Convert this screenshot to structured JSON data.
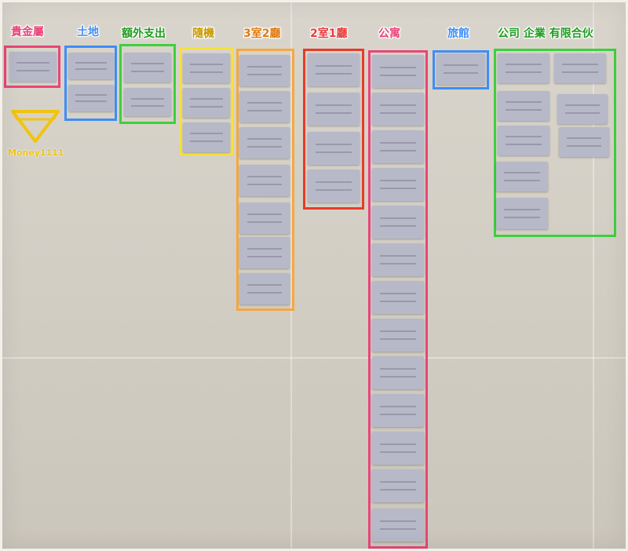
{
  "groups": [
    {
      "label": "貴金屬",
      "color": "#e8457a",
      "box_color": "#e8457a",
      "cards": 1
    },
    {
      "label": "土地",
      "color": "#3e8ef7",
      "box_color": "#3e8ef7",
      "cards": 2
    },
    {
      "label": "額外支出",
      "color": "#1e9c1e",
      "box_color": "#3ecf3e",
      "cards": 2
    },
    {
      "label": "隨機",
      "color": "#c99a00",
      "box_color": "#f7e03c",
      "cards": 3
    },
    {
      "label": "3室2廳",
      "color": "#e07a10",
      "box_color": "#f5a840",
      "cards": 7
    },
    {
      "label": "2室1廳",
      "color": "#e83a3a",
      "box_color": "#e83a2a",
      "cards": 4
    },
    {
      "label": "公寓",
      "color": "#e8457a",
      "box_color": "#e8457a",
      "cards": 13
    },
    {
      "label": "旅館",
      "color": "#3e8ef7",
      "box_color": "#3e8ef7",
      "cards": 1
    },
    {
      "label": "公司 企業 有限合伙",
      "color": "#1e9c1e",
      "box_color": "#3ecf3e",
      "cards": 8
    }
  ],
  "badge": {
    "text": "Money1111",
    "color": "#f1c40f",
    "icon": "diamond-icon"
  }
}
